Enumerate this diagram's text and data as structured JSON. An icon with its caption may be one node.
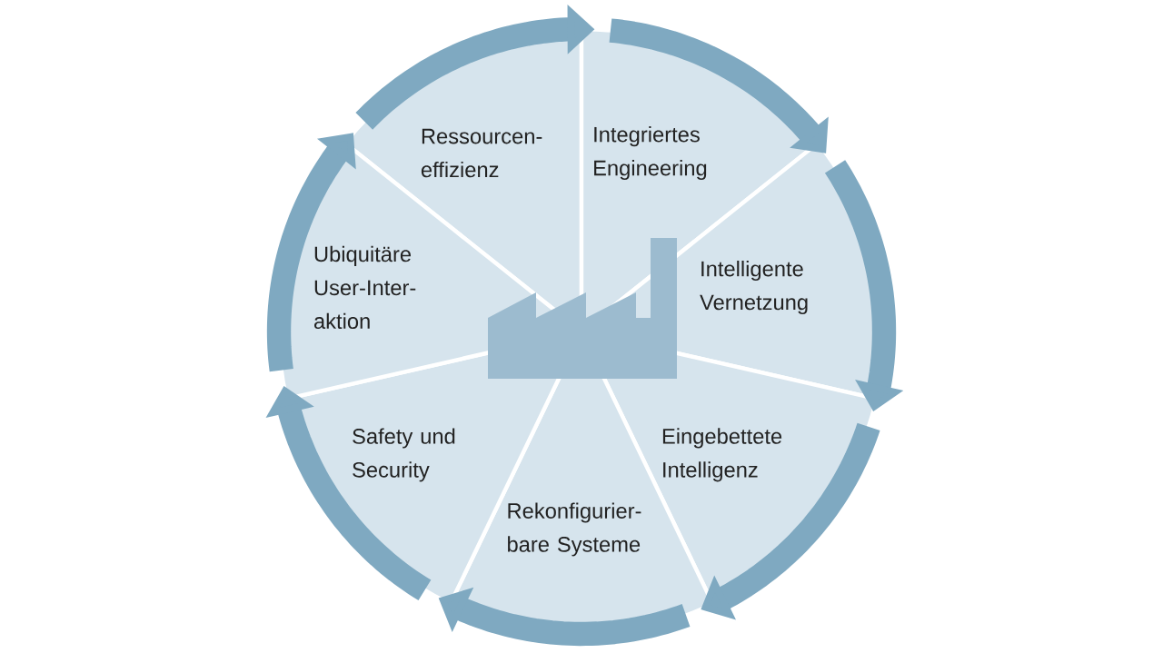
{
  "diagram": {
    "nodes": [
      {
        "text": [
          "Ressourcen- effizienz"
        ]
      },
      {
        "text": [
          "Integriertes Engineering"
        ]
      },
      {
        "text": [
          "Intelligente Vernetzung"
        ]
      },
      {
        "text": [
          "Eingebettete Intelligenz"
        ]
      },
      {
        "text": [
          "Rekonfigurier- bare Systeme"
        ]
      },
      {
        "text": [
          "Safety und Security"
        ]
      },
      {
        "text": [
          "Ubiquitäre User-Inter- aktion"
        ]
      }
    ],
    "edges": [
      {
        "from": 0,
        "to": 1,
        "arrow": "to"
      },
      {
        "from": 1,
        "to": 2,
        "arrow": "to"
      },
      {
        "from": 2,
        "to": 3,
        "arrow": "to"
      },
      {
        "from": 3,
        "to": 4,
        "arrow": "to"
      },
      {
        "from": 4,
        "to": 5,
        "arrow": "to"
      },
      {
        "from": 5,
        "to": 6,
        "arrow": "to"
      },
      {
        "from": 6,
        "to": 0,
        "arrow": "to"
      }
    ]
  }
}
